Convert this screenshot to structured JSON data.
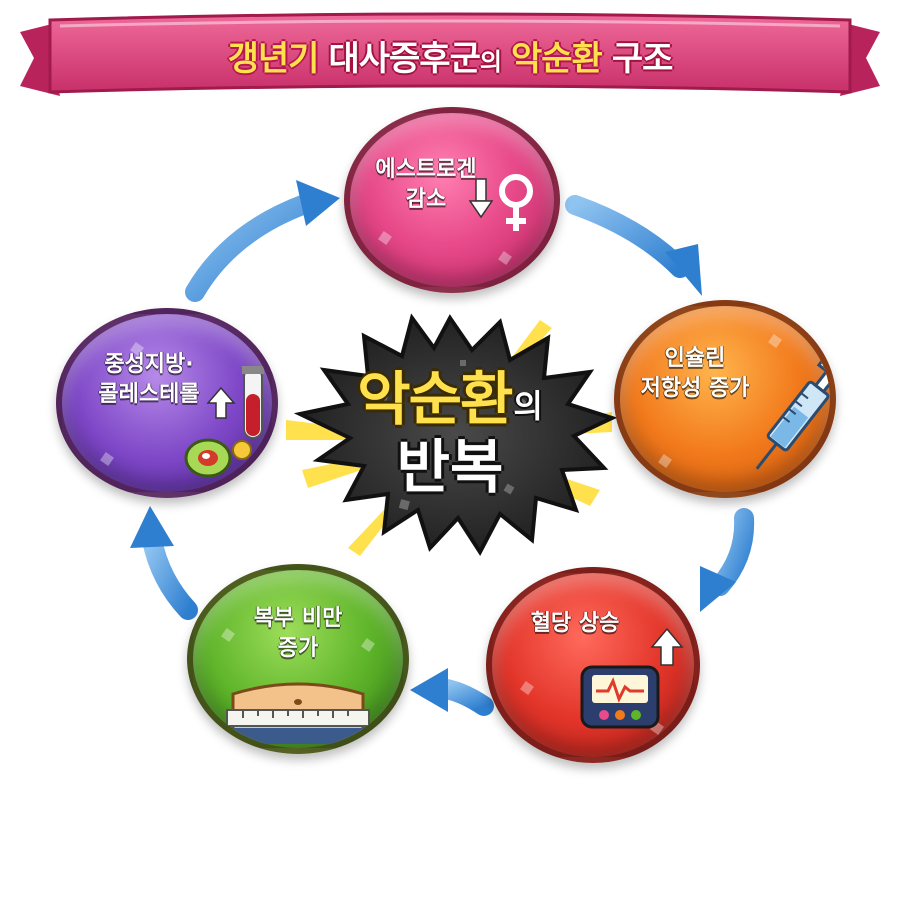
{
  "title": {
    "part1": "갱년기",
    "part2": "대사증후군",
    "part3": "의",
    "part4": "악순환",
    "part5": "구조"
  },
  "center": {
    "main": "악순환",
    "particle": "의",
    "line2": "반복"
  },
  "nodes": {
    "estrogen": {
      "line1": "에스트로겐",
      "line2": "감소",
      "color": "#e84a8a"
    },
    "insulin": {
      "line1": "인슐린",
      "line2": "저항성 증가",
      "color": "#f27a1c"
    },
    "blood_sugar": {
      "line1": "혈당 상승",
      "color": "#e3352a"
    },
    "belly_fat": {
      "line1": "복부 비만",
      "line2": "증가",
      "color": "#5fb52a"
    },
    "lipid": {
      "line1": "중성지방·",
      "line2": "콜레스테롤",
      "color": "#7f48c8"
    }
  },
  "icons": {
    "estrogen": [
      "down-arrow-icon",
      "female-symbol-icon"
    ],
    "insulin": [
      "syringe-icon"
    ],
    "blood_sugar": [
      "up-arrow-icon",
      "glucose-meter-icon"
    ],
    "belly_fat": [
      "belly-measuring-tape-icon"
    ],
    "lipid": [
      "up-arrow-icon",
      "blood-test-tube-icon",
      "fat-cell-icon"
    ]
  },
  "colors": {
    "ribbon": "#e0487e",
    "arrow": "#3f8fd6",
    "title_highlight": "#ffe14d",
    "burst": "#2b2b2b"
  }
}
